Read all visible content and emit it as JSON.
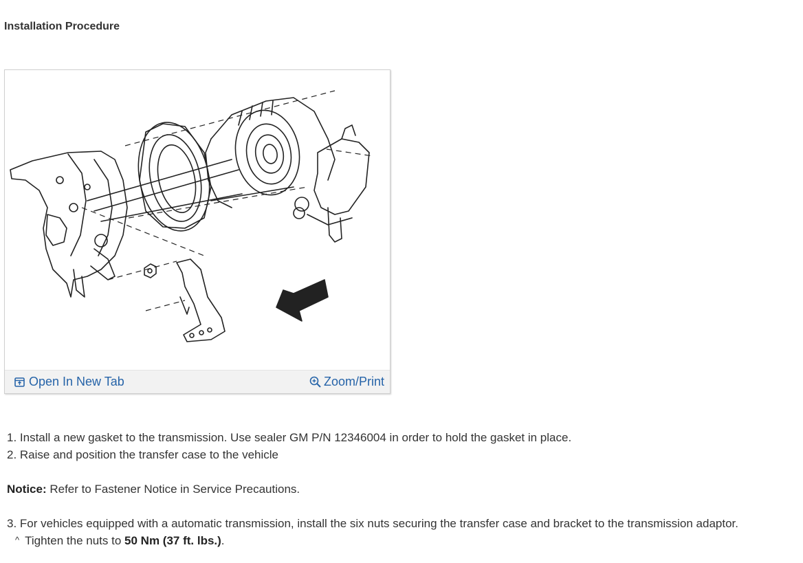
{
  "heading": "Installation Procedure",
  "figure": {
    "open_label": "Open In New Tab",
    "zoom_label": "Zoom/Print"
  },
  "steps": [
    "1. Install a new gasket to the transmission. Use sealer GM P/N 12346004 in order to hold the gasket in place.",
    "2. Raise and position the transfer case to the vehicle"
  ],
  "notice": {
    "label": "Notice:",
    "text": " Refer to Fastener Notice in Service Precautions."
  },
  "step3": "3. For vehicles equipped with a automatic transmission, install the six nuts securing the transfer case and bracket to the transmission adaptor.",
  "substep": {
    "caret": "^",
    "prefix": "Tighten the nuts to ",
    "spec": "50 Nm (37 ft. lbs.)",
    "suffix": "."
  },
  "colors": {
    "link": "#2563a8",
    "text": "#333333"
  }
}
